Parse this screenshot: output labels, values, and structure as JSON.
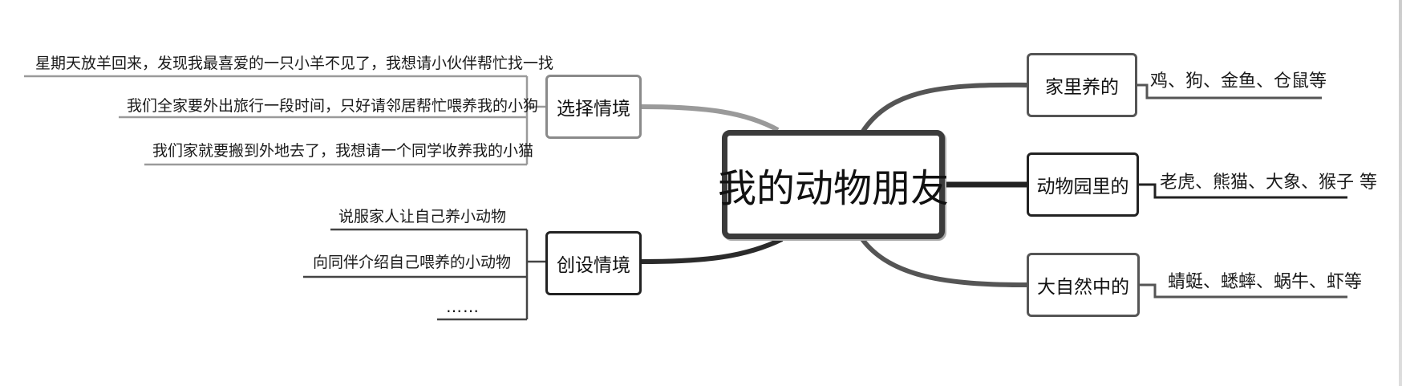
{
  "center": {
    "label": "我的动物朋友"
  },
  "right": [
    {
      "label": "家里养的",
      "leaf": "鸡、狗、金鱼、仓鼠等"
    },
    {
      "label": "动物园里的",
      "leaf": "老虎、熊猫、大象、猴子 等"
    },
    {
      "label": "大自然中的",
      "leaf": "蜻蜓、蟋蟀、蜗牛、虾等"
    }
  ],
  "left": [
    {
      "label": "选择情境",
      "leaves": [
        "星期天放羊回来，发现我最喜爱的一只小羊不见了，我想请小伙伴帮忙找一找",
        "我们全家要外出旅行一段时间，只好请邻居帮忙喂养我的小狗",
        "我们家就要搬到外地去了，我想请一个同学收养我的小猫"
      ]
    },
    {
      "label": "创设情境",
      "leaves": [
        "说服家人让自己养小动物",
        "向同伴介绍自己喂养的小动物",
        "……"
      ]
    }
  ],
  "colors": {
    "dark_branch": "#2b2b2b",
    "mid_branch": "#555555",
    "light_branch": "#9a9a9a"
  }
}
